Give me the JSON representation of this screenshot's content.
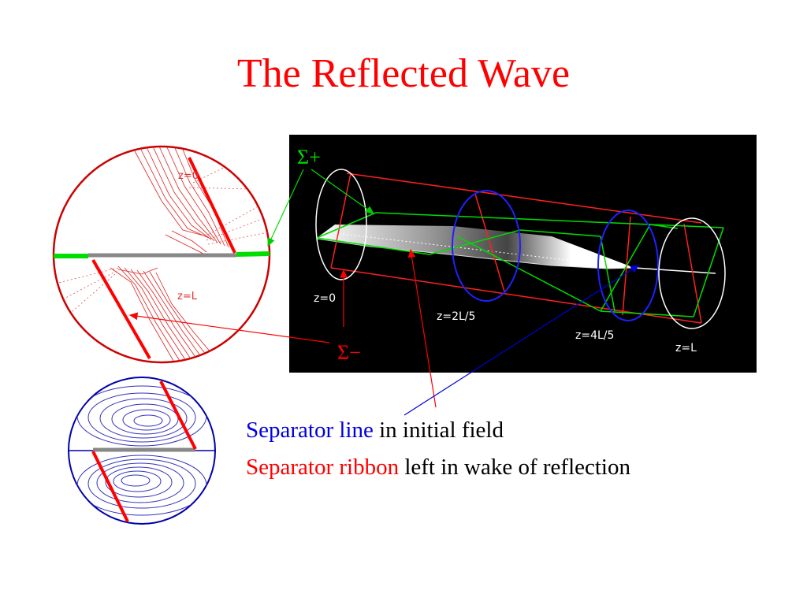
{
  "slide": {
    "title": "The Reflected Wave",
    "title_color": "#ff0000"
  },
  "labels": {
    "sigma_plus": "Σ+",
    "sigma_minus": "Σ−",
    "circle_z0": "z=0",
    "circle_zL": "z=L",
    "tube_z0": "z=0",
    "tube_z2L5": "z=2L/5",
    "tube_z4L5": "z=4L/5",
    "tube_zL": "z=L"
  },
  "captions": {
    "line1": {
      "part1": "Separator line",
      "part2": " in initial field"
    },
    "line2": {
      "part1": "Separator ribbon",
      "part2": " left in wake of reflection"
    }
  },
  "colors": {
    "red": "#ff0000",
    "blue": "#0000dd",
    "green": "#00cc00",
    "black": "#000000",
    "gray": "#888888"
  }
}
